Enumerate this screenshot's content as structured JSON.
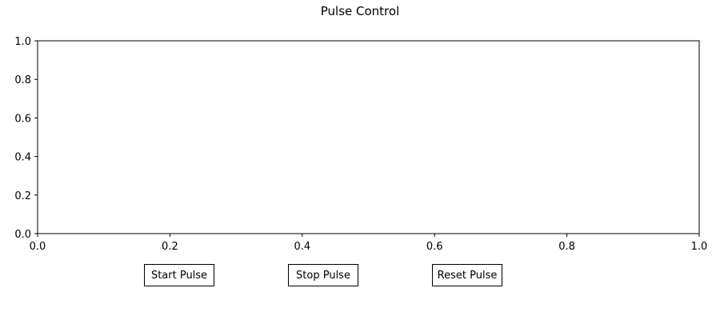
{
  "figure": {
    "title": "Pulse Control"
  },
  "chart_data": {
    "type": "line",
    "title": "Pulse Control",
    "xlabel": "",
    "ylabel": "",
    "xlim": [
      0.0,
      1.0
    ],
    "ylim": [
      0.0,
      1.0
    ],
    "x_ticks": [
      "0.0",
      "0.2",
      "0.4",
      "0.6",
      "0.8",
      "1.0"
    ],
    "y_ticks": [
      "0.0",
      "0.2",
      "0.4",
      "0.6",
      "0.8",
      "1.0"
    ],
    "series": [],
    "grid": false
  },
  "buttons": {
    "start": "Start Pulse",
    "stop": "Stop Pulse",
    "reset": "Reset Pulse"
  }
}
